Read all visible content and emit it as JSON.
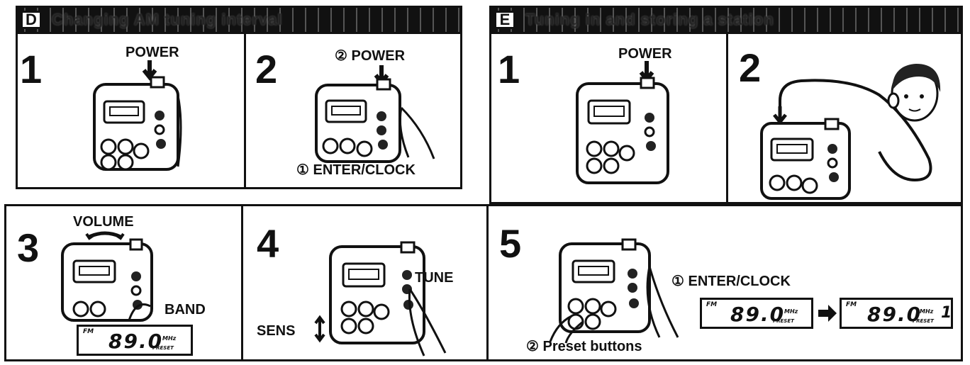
{
  "section_d": {
    "letter": "D",
    "title": "Changing AM tuning interval"
  },
  "section_e": {
    "letter": "E",
    "title": "Tuning in and storing a station"
  },
  "steps": {
    "d1": {
      "number": "1",
      "label": "POWER"
    },
    "d2": {
      "number": "2",
      "label_top": "② POWER",
      "label_bottom": "① ENTER/CLOCK"
    },
    "d3": {
      "number": "3",
      "label_volume": "VOLUME",
      "label_band": "BAND",
      "display": {
        "band": "FM",
        "frequency": "89.0",
        "unit": "MHz",
        "preset": "PRESET"
      }
    },
    "d4": {
      "number": "4",
      "label_tune": "TUNE",
      "label_sens": "SENS"
    },
    "e1": {
      "number": "1",
      "label": "POWER"
    },
    "e2": {
      "number": "2"
    },
    "e5": {
      "number": "5",
      "label_enter": "① ENTER/CLOCK",
      "label_preset": "② Preset buttons",
      "display_before": {
        "band": "FM",
        "frequency": "89.0",
        "unit": "MHz",
        "preset": "PRESET"
      },
      "display_after": {
        "band": "FM",
        "frequency": "89.0",
        "unit": "MHz",
        "preset": "PRESET",
        "preset_number": "1"
      }
    }
  }
}
